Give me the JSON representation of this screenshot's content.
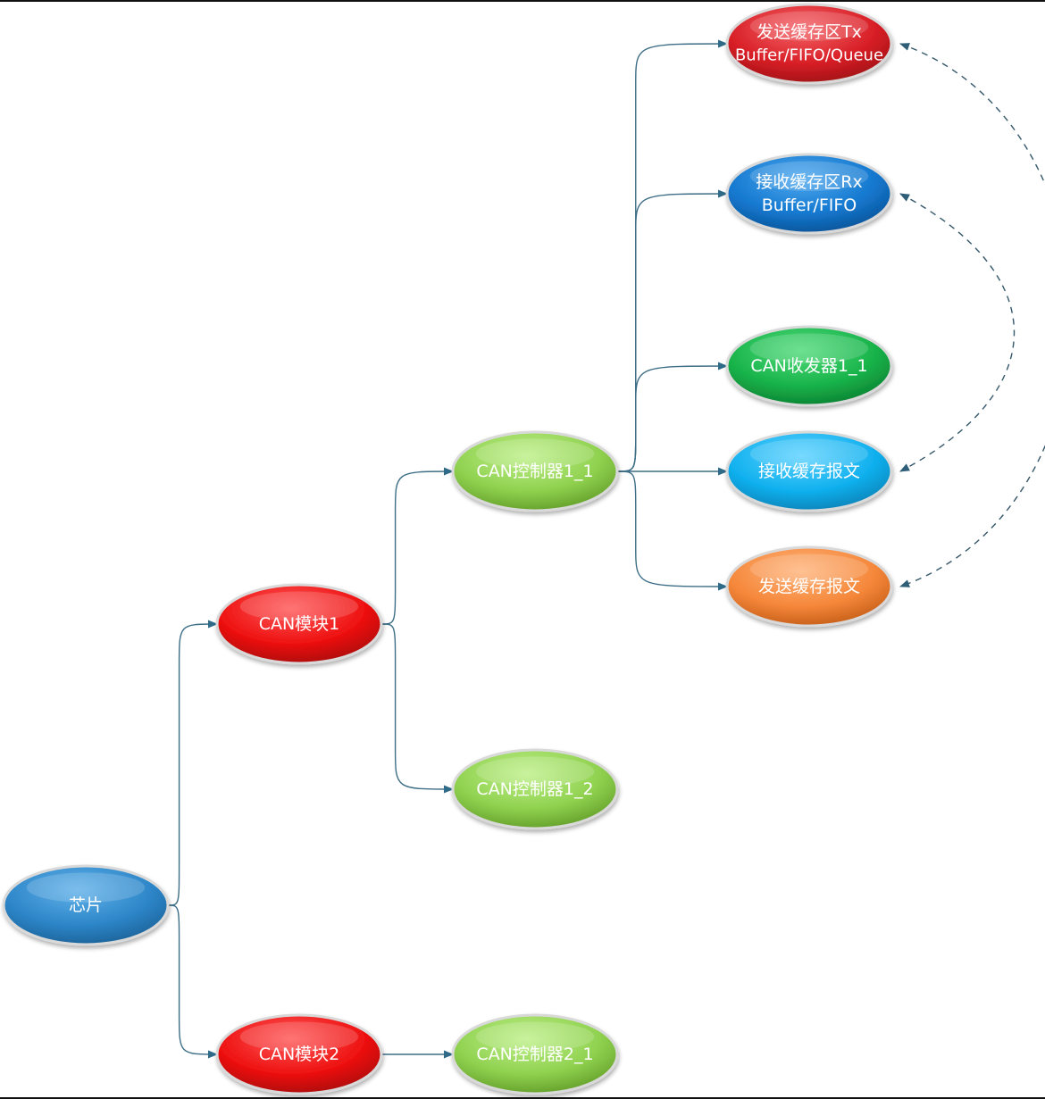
{
  "diagram": {
    "nodes": [
      {
        "id": "chip",
        "label": [
          "芯片"
        ],
        "color": "#2d86c8",
        "light": "#62b2ea",
        "dark": "#1a5f95"
      },
      {
        "id": "can_module_1",
        "label": [
          "CAN模块1"
        ],
        "color": "#ee1111",
        "light": "#ff5a5a",
        "dark": "#a60606"
      },
      {
        "id": "can_module_2",
        "label": [
          "CAN模块2"
        ],
        "color": "#ee1111",
        "light": "#ff5a5a",
        "dark": "#a60606"
      },
      {
        "id": "can_ctrl_1_1",
        "label": [
          "CAN控制器1_1"
        ],
        "color": "#8fd14f",
        "light": "#bff08a",
        "dark": "#5f9a26"
      },
      {
        "id": "can_ctrl_1_2",
        "label": [
          "CAN控制器1_2"
        ],
        "color": "#8fd14f",
        "light": "#bff08a",
        "dark": "#5f9a26"
      },
      {
        "id": "can_ctrl_2_1",
        "label": [
          "CAN控制器2_1"
        ],
        "color": "#8fd14f",
        "light": "#bff08a",
        "dark": "#5f9a26"
      },
      {
        "id": "tx_buffer",
        "label": [
          "发送缓存区Tx",
          "Buffer/FIFO/Queue"
        ],
        "color": "#d81f26",
        "light": "#f46469",
        "dark": "#9b0f14"
      },
      {
        "id": "rx_buffer",
        "label": [
          "接收缓存区Rx",
          "Buffer/FIFO"
        ],
        "color": "#1478cf",
        "light": "#4fa9ef",
        "dark": "#0b4f92"
      },
      {
        "id": "can_transceiver",
        "label": [
          "CAN收发器1_1"
        ],
        "color": "#18b34a",
        "light": "#52dc7c",
        "dark": "#0b7d30"
      },
      {
        "id": "rx_message",
        "label": [
          "接收缓存报文"
        ],
        "color": "#10b0ee",
        "light": "#5fd3ff",
        "dark": "#067fb3"
      },
      {
        "id": "tx_message",
        "label": [
          "发送缓存报文"
        ],
        "color": "#f5873a",
        "light": "#ffb57d",
        "dark": "#c15a15"
      }
    ],
    "edges": [
      {
        "from": "chip",
        "to": "can_module_1",
        "style": "solid"
      },
      {
        "from": "chip",
        "to": "can_module_2",
        "style": "solid"
      },
      {
        "from": "can_module_1",
        "to": "can_ctrl_1_1",
        "style": "solid"
      },
      {
        "from": "can_module_1",
        "to": "can_ctrl_1_2",
        "style": "solid"
      },
      {
        "from": "can_module_2",
        "to": "can_ctrl_2_1",
        "style": "solid"
      },
      {
        "from": "can_ctrl_1_1",
        "to": "tx_buffer",
        "style": "solid"
      },
      {
        "from": "can_ctrl_1_1",
        "to": "rx_buffer",
        "style": "solid"
      },
      {
        "from": "can_ctrl_1_1",
        "to": "can_transceiver",
        "style": "solid"
      },
      {
        "from": "can_ctrl_1_1",
        "to": "rx_message",
        "style": "solid"
      },
      {
        "from": "can_ctrl_1_1",
        "to": "tx_message",
        "style": "solid"
      },
      {
        "from": "rx_buffer",
        "to": "rx_message",
        "style": "dashed",
        "bidirectional": true
      },
      {
        "from": "tx_buffer",
        "to": "tx_message",
        "style": "dashed",
        "bidirectional": true
      }
    ]
  }
}
